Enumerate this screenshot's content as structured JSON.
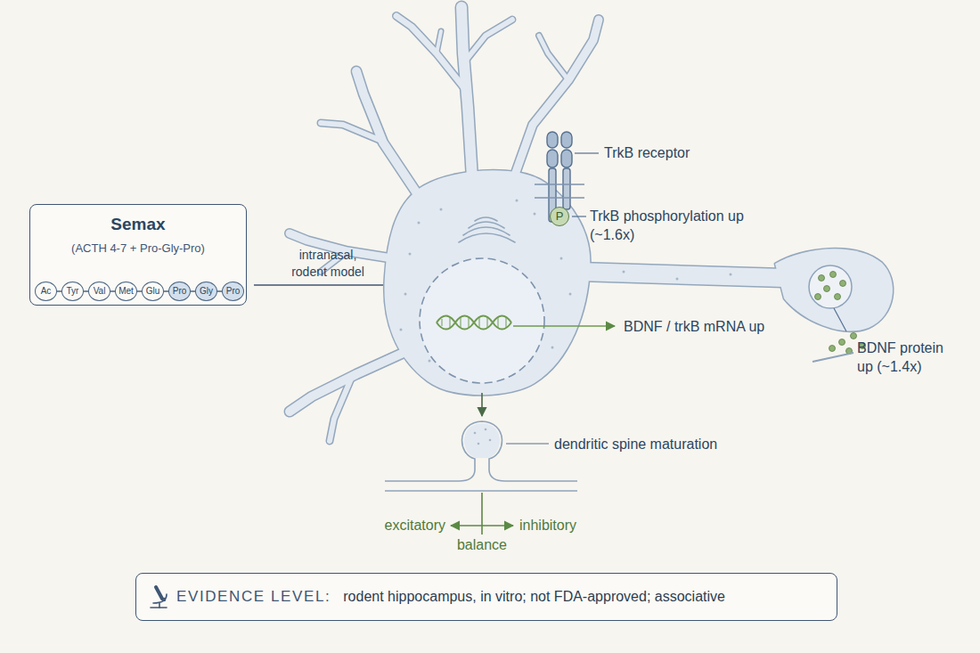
{
  "diagram": {
    "nodes": [
      {
        "text": [
          "Semax",
          "(ACTH 4-7 + Pro-Gly-Pro)"
        ]
      },
      {
        "text": [
          "Ac"
        ],
        "in": 0
      },
      {
        "text": [
          "Tyr"
        ],
        "in": 0
      },
      {
        "text": [
          "Val"
        ],
        "in": 0
      },
      {
        "text": [
          "Met"
        ],
        "in": 0
      },
      {
        "text": [
          "Glu"
        ],
        "in": 0
      },
      {
        "text": [
          "Pro"
        ],
        "in": 0
      },
      {
        "text": [
          "Gly"
        ],
        "in": 0
      },
      {
        "text": [
          "Pro"
        ],
        "in": 0
      },
      {
        "text": [
          "P"
        ]
      },
      {
        "text": [
          "EVIDENCE LEVEL:",
          "rodent hippocampus, in vitro; not FDA-approved; associative"
        ]
      }
    ],
    "edges": [
      {
        "from": 1,
        "to": 2,
        "arrow": "none"
      },
      {
        "from": 2,
        "to": 3,
        "arrow": "none"
      },
      {
        "from": 3,
        "to": 4,
        "arrow": "none"
      },
      {
        "from": 4,
        "to": 5,
        "arrow": "none"
      },
      {
        "from": 5,
        "to": 6,
        "arrow": "none"
      },
      {
        "from": 6,
        "to": 7,
        "arrow": "none"
      },
      {
        "from": 7,
        "to": 8,
        "arrow": "none"
      }
    ],
    "labels": [
      "intranasal, rodent model",
      "TrkB receptor",
      "TrkB phosphorylation up (~1.6x)",
      "BDNF / trkB mRNA up",
      "BDNF protein up (~1.4x)",
      "dendritic spine maturation",
      "excitatory",
      "inhibitory",
      "balance"
    ]
  }
}
